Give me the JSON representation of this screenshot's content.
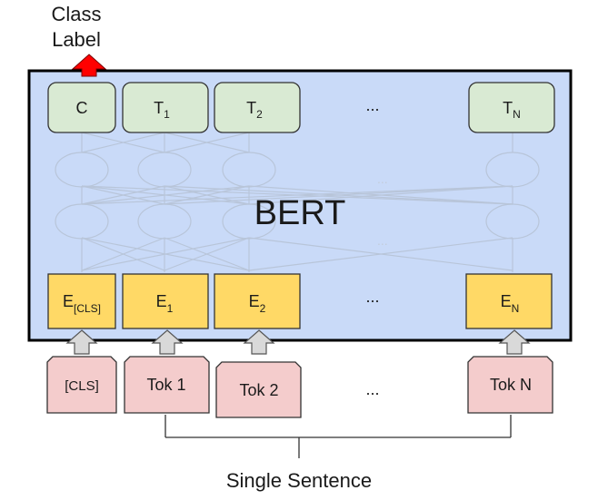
{
  "output_label": [
    "Class",
    "Label"
  ],
  "model_name": "BERT",
  "outputs": [
    {
      "base": "C",
      "sub": ""
    },
    {
      "base": "T",
      "sub": "1"
    },
    {
      "base": "T",
      "sub": "2"
    },
    {
      "ellipsis": "..."
    },
    {
      "base": "T",
      "sub": "N"
    }
  ],
  "embeddings": [
    {
      "base": "E",
      "sub": "[CLS]"
    },
    {
      "base": "E",
      "sub": "1"
    },
    {
      "base": "E",
      "sub": "2"
    },
    {
      "ellipsis": "..."
    },
    {
      "base": "E",
      "sub": "N"
    }
  ],
  "tokens": [
    "[CLS]",
    "Tok 1",
    "Tok 2",
    "...",
    "Tok N"
  ],
  "input_label": "Single Sentence",
  "colors": {
    "bert_fill": "#c9daf8",
    "output_fill": "#d9ead3",
    "embedding_fill": "#ffd966",
    "token_fill": "#f4cccc",
    "class_arrow": "#ff0000",
    "input_arrow": "#d9d9d9"
  }
}
